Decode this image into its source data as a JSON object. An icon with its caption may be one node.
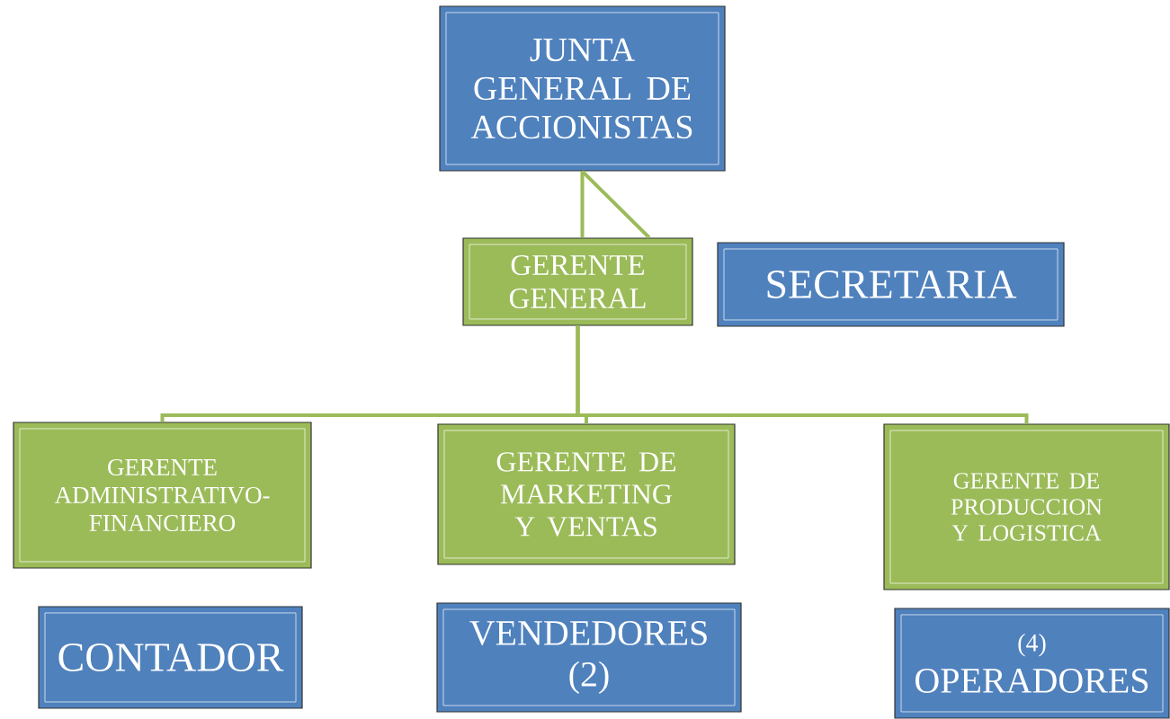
{
  "diagram": {
    "nodes": [
      {
        "text": [
          "JUNTA GENERAL DE ACCIONISTAS"
        ]
      },
      {
        "text": [
          "GERENTE GENERAL"
        ]
      },
      {
        "text": [
          "SECRETARIA"
        ]
      },
      {
        "text": [
          "GERENTE ADMINISTRATIVO-FINANCIERO"
        ]
      },
      {
        "text": [
          "GERENTE DE MARKETING Y VENTAS"
        ]
      },
      {
        "text": [
          "GERENTE DE PRODUCCION Y LOGISTICA"
        ]
      },
      {
        "text": [
          "CONTADOR"
        ]
      },
      {
        "text": [
          "VENDEDORES (2)"
        ]
      },
      {
        "text": [
          "(4)",
          "OPERADORES"
        ]
      }
    ],
    "edges": [
      {
        "from": 0,
        "to": 1,
        "arrow": "none"
      },
      {
        "from": 0,
        "to": 1,
        "arrow": "none"
      },
      {
        "from": 1,
        "to": 3,
        "arrow": "none"
      },
      {
        "from": 1,
        "to": 4,
        "arrow": "none"
      },
      {
        "from": 1,
        "to": 5,
        "arrow": "none"
      }
    ]
  }
}
